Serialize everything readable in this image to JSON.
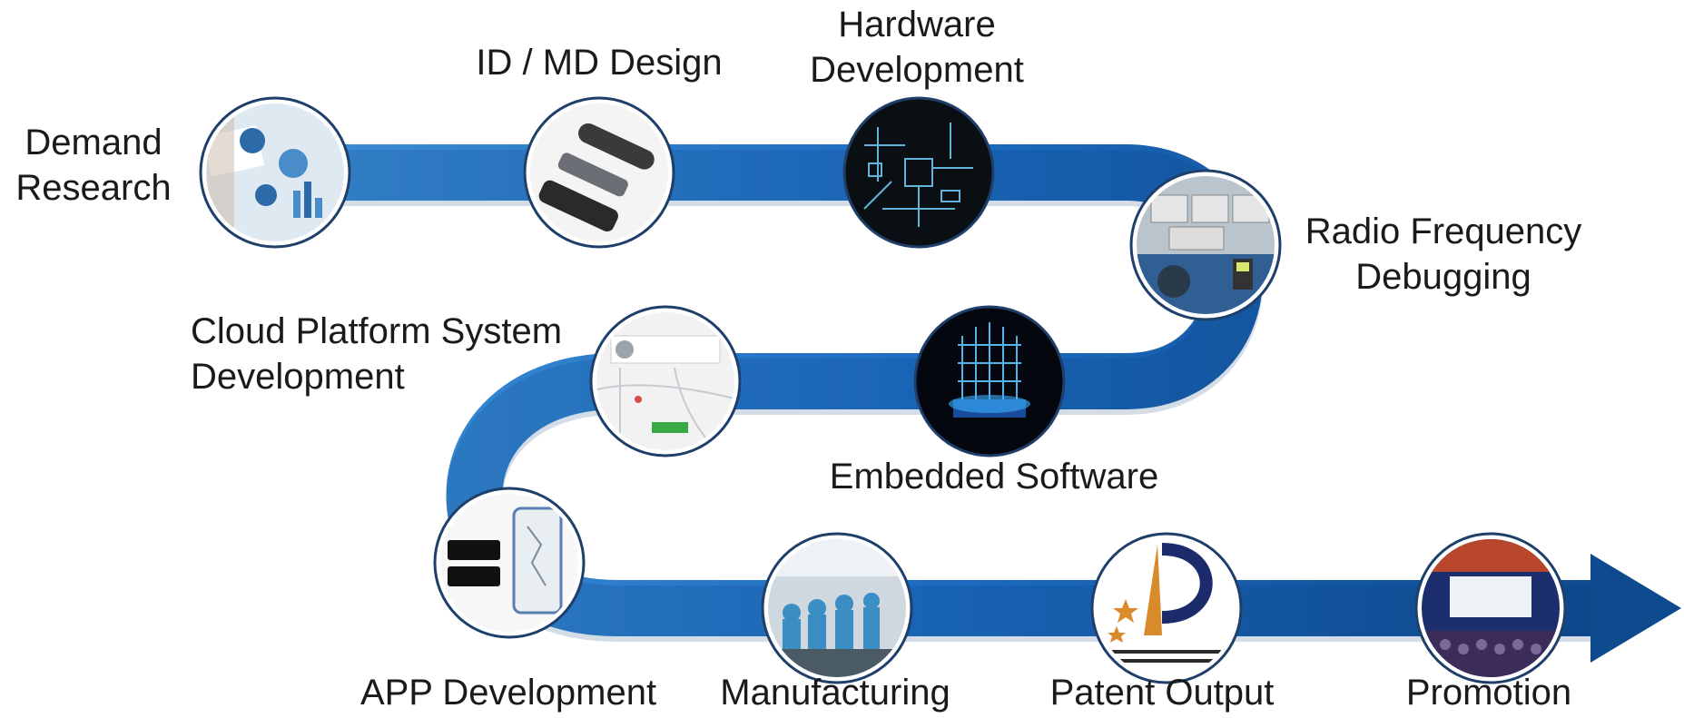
{
  "steps": [
    {
      "id": "demand",
      "label_lines": [
        "Demand",
        "Research"
      ],
      "image": "charts-and-reports-photo"
    },
    {
      "id": "idmd",
      "label_lines": [
        "ID / MD Design"
      ],
      "image": "exploded-device-enclosure-photo"
    },
    {
      "id": "hardware",
      "label_lines": [
        "Hardware",
        "Development"
      ],
      "image": "circuit-schematic-photo"
    },
    {
      "id": "rf",
      "label_lines": [
        "Radio Frequency",
        "Debugging"
      ],
      "image": "rf-test-lab-photo"
    },
    {
      "id": "embedded",
      "label_lines": [
        "Embedded Software"
      ],
      "image": "glowing-chip-photo"
    },
    {
      "id": "cloud",
      "label_lines": [
        "Cloud Platform System",
        "Development"
      ],
      "image": "web-dashboard-map-screenshot"
    },
    {
      "id": "app",
      "label_lines": [
        "APP Development"
      ],
      "image": "mobile-app-store-screenshot"
    },
    {
      "id": "manufacturing",
      "label_lines": [
        "Manufacturing"
      ],
      "image": "factory-assembly-line-photo"
    },
    {
      "id": "patent",
      "label_lines": [
        "Patent Output"
      ],
      "image": "patent-logo"
    },
    {
      "id": "promotion",
      "label_lines": [
        "Promotion"
      ],
      "image": "stage-event-photo"
    }
  ],
  "colors": {
    "path_light": "#3d8fd6",
    "path_dark": "#0e4a8e",
    "circle_border": "#1f3f6b",
    "text": "#1a1a1a"
  }
}
